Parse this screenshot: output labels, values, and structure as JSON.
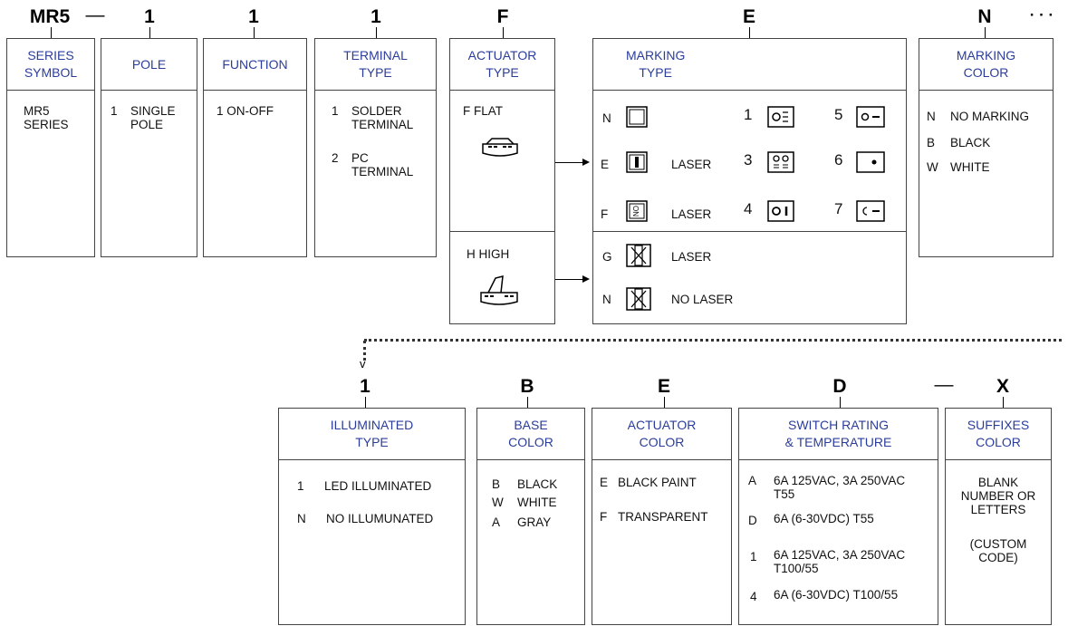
{
  "codes_top": {
    "series": "MR5",
    "pole": "1",
    "function": "1",
    "terminal": "1",
    "actuator": "F",
    "marking": "E",
    "marking_color": "N",
    "ellipsis": "· · ·",
    "dash1": "—"
  },
  "codes_bottom": {
    "illum": "1",
    "base": "B",
    "act_color": "E",
    "rating": "D",
    "dash2": "—",
    "suffix": "X",
    "arrow_v": "v"
  },
  "series": {
    "header": "SERIES\nSYMBOL",
    "body": "MR5\nSERIES"
  },
  "pole": {
    "header": "POLE",
    "num": "1",
    "text": "SINGLE\nPOLE"
  },
  "function": {
    "header": "FUNCTION",
    "text": "1  ON-OFF"
  },
  "terminal": {
    "header": "TERMINAL\nTYPE",
    "items": [
      {
        "num": "1",
        "text": "SOLDER\nTERMINAL"
      },
      {
        "num": "2",
        "text": "PC\nTERMINAL"
      }
    ]
  },
  "actuator": {
    "header": "ACTUATOR\nTYPE",
    "flat": "F  FLAT",
    "high": "H  HIGH"
  },
  "marking": {
    "header": "MARKING\nTYPE",
    "rows": [
      {
        "code": "N",
        "label": ""
      },
      {
        "code": "E",
        "label": "LASER"
      },
      {
        "code": "F",
        "label": "LASER"
      },
      {
        "code": "G",
        "label": "LASER"
      },
      {
        "code": "N",
        "label": "NO LASER"
      }
    ],
    "variants": [
      "1",
      "3",
      "4",
      "5",
      "6",
      "7"
    ]
  },
  "marking_color": {
    "header": "MARKING\nCOLOR",
    "items": [
      {
        "code": "N",
        "text": "NO MARKING"
      },
      {
        "code": "B",
        "text": "BLACK"
      },
      {
        "code": "W",
        "text": "WHITE"
      }
    ]
  },
  "illuminated": {
    "header": "ILLUMINATED\nTYPE",
    "items": [
      {
        "code": "1",
        "text": "LED ILLUMINATED"
      },
      {
        "code": "N",
        "text": "NO ILLUMUNATED"
      }
    ]
  },
  "base_color": {
    "header": "BASE\nCOLOR",
    "items": [
      {
        "code": "B",
        "text": "BLACK"
      },
      {
        "code": "W",
        "text": "WHITE"
      },
      {
        "code": "A",
        "text": "GRAY"
      }
    ]
  },
  "actuator_color": {
    "header": "ACTUATOR\nCOLOR",
    "items": [
      {
        "code": "E",
        "text": "BLACK PAINT"
      },
      {
        "code": "F",
        "text": "TRANSPARENT"
      }
    ]
  },
  "rating": {
    "header": "SWITCH RATING\n& TEMPERATURE",
    "items": [
      {
        "code": "A",
        "text": "6A 125VAC, 3A 250VAC\nT55"
      },
      {
        "code": "D",
        "text": "6A (6-30VDC) T55"
      },
      {
        "code": "1",
        "text": "6A 125VAC, 3A 250VAC\nT100/55"
      },
      {
        "code": "4",
        "text": "6A (6-30VDC) T100/55"
      }
    ]
  },
  "suffix": {
    "header": "SUFFIXES\nCOLOR",
    "body": "BLANK\nNUMBER OR\nLETTERS",
    "custom": "(CUSTOM\n  CODE)"
  },
  "colors": {
    "header_text": "#2b3d9b",
    "border": "#444444"
  }
}
